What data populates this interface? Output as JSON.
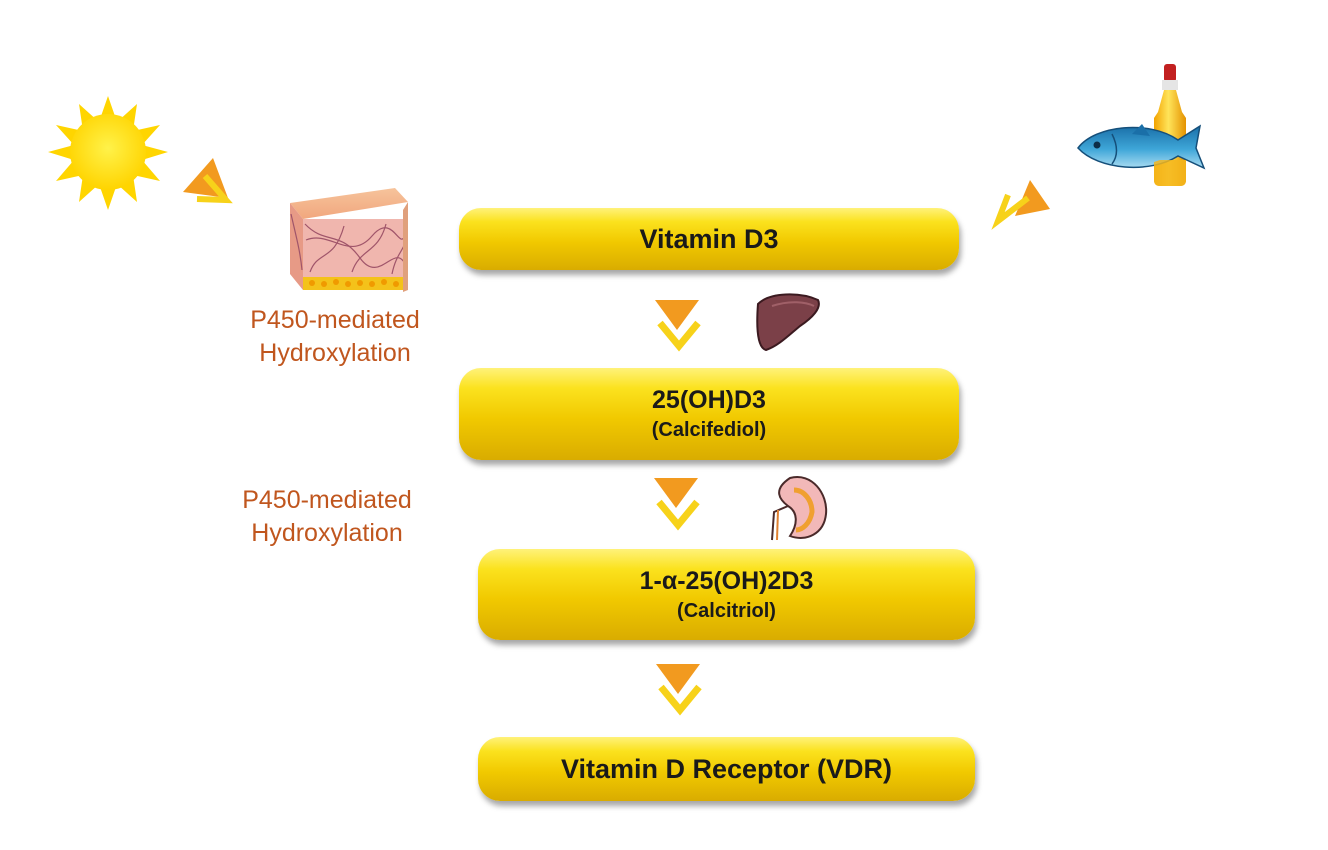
{
  "steps": [
    {
      "title": "Vitamin D3",
      "subtitle": ""
    },
    {
      "title": "25(OH)D3",
      "subtitle": "(Calcifediol)"
    },
    {
      "title": "1-α-25(OH)2D3",
      "subtitle": "(Calcitriol)"
    },
    {
      "title": "Vitamin D Receptor (VDR)",
      "subtitle": ""
    }
  ],
  "annotations": {
    "hydroxylation_1": {
      "line1": "P450-mediated",
      "line2": "Hydroxylation"
    },
    "hydroxylation_2": {
      "line1": "P450-mediated",
      "line2": "Hydroxylation"
    }
  },
  "icons": {
    "sun": "sun-icon",
    "skin": "skin-icon",
    "fish_oil": "fish-oil-icon",
    "liver": "liver-icon",
    "kidney": "kidney-icon",
    "arrow": "chevron-arrow-icon"
  },
  "colors": {
    "pill_light": "#fbe21e",
    "pill_dark": "#d9ac00",
    "annotation_text": "#c0561e",
    "arrow_orange": "#f29a1f",
    "arrow_yellow": "#f7d21a"
  }
}
